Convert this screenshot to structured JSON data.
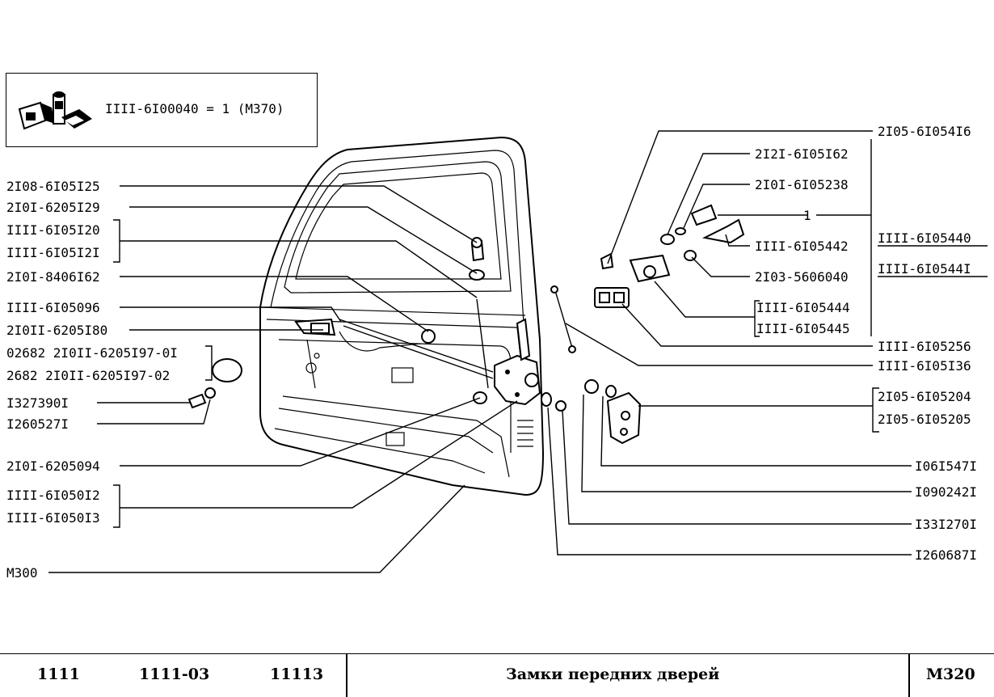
{
  "legend": {
    "text": "IIII-6I00040 = 1 (M370)",
    "icon": "parts-kit-icon"
  },
  "labels_left": [
    "2I08-6I05I25",
    "2I0I-6205I29",
    "IIII-6I05I20",
    "IIII-6I05I2I",
    "2I0I-8406I62",
    "IIII-6I05096",
    "2I0II-6205I80",
    "02682 2I0II-6205I97-0I",
    "2682 2I0II-6205I97-02",
    "I327390I",
    "I260527I",
    "2I0I-6205094",
    "IIII-6I050I2",
    "IIII-6I050I3",
    "M300"
  ],
  "labels_right": [
    "2I05-6I054I6",
    "2I2I-6I05I62",
    "2I0I-6I05238",
    "1",
    "IIII-6I05442",
    "2I03-5606040",
    "IIII-6I05444",
    "IIII-6I05445",
    "IIII-6I05256",
    "IIII-6I05I36",
    "2I05-6I05204",
    "2I05-6I05205",
    "I06I547I",
    "I090242I",
    "I33I270I",
    "I260687I"
  ],
  "labels_far_right": [
    "IIII-6I05440",
    "IIII-6I0544I"
  ],
  "footer": {
    "model_1": "1111",
    "model_2": "1111-03",
    "model_3": "11113",
    "title": "Замки передних дверей",
    "code": "M320"
  }
}
